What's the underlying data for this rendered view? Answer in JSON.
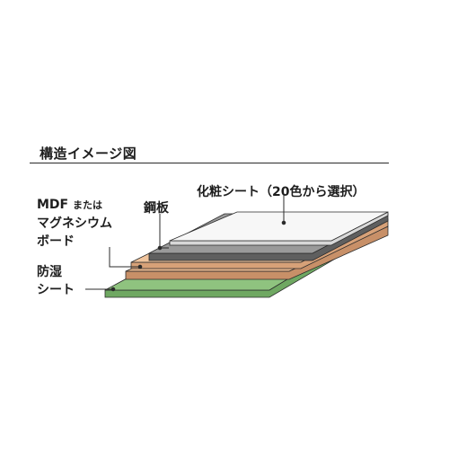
{
  "title": "構造イメージ図",
  "labels": {
    "top_sheet": "化粧シート（20色から選択）",
    "steel": "鋼板",
    "core_main": "MDF",
    "core_conj": "または",
    "core_line2": "マグネシウム",
    "core_line3": "ボード",
    "damp_line1": "防湿",
    "damp_line2": "シート"
  },
  "colors": {
    "top_sheet": "#f7f7f7",
    "steel": "#8a8a8a",
    "mdf_light": "#e6b58c",
    "mdf_dark": "#c89068",
    "damp_sheet": "#8fc37f",
    "outline": "#2b2b2b"
  }
}
